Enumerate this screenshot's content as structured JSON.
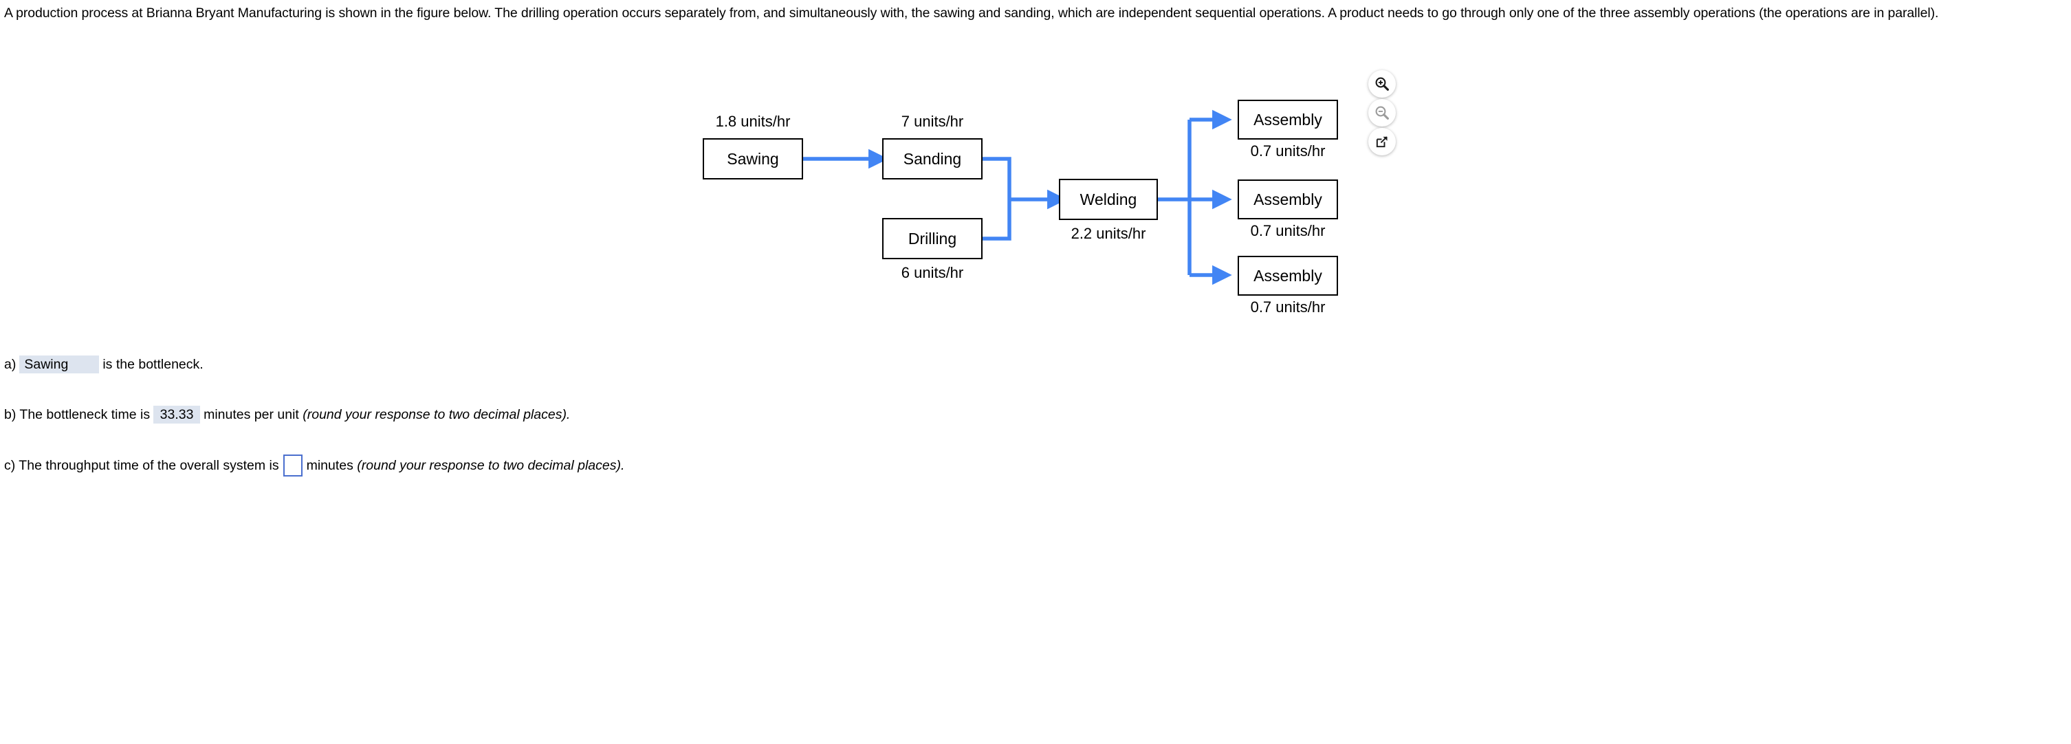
{
  "problem": {
    "statement": "A production process at Brianna Bryant Manufacturing is shown in the figure below. The drilling operation occurs separately from, and simultaneously with, the sawing and sanding, which are independent sequential operations. A product needs to go through only one of the three assembly operations (the operations are in parallel)."
  },
  "figure": {
    "accent_color": "#4285f4",
    "border_color": "#000000",
    "nodes": [
      {
        "id": "sawing",
        "label": "Sawing",
        "rate": "1.8 units/hr",
        "rate_position": "above"
      },
      {
        "id": "sanding",
        "label": "Sanding",
        "rate": "7 units/hr",
        "rate_position": "above"
      },
      {
        "id": "drilling",
        "label": "Drilling",
        "rate": "6 units/hr",
        "rate_position": "below"
      },
      {
        "id": "welding",
        "label": "Welding",
        "rate": "2.2 units/hr",
        "rate_position": "below"
      },
      {
        "id": "assembly-1",
        "label": "Assembly",
        "rate": "0.7 units/hr",
        "rate_position": "below"
      },
      {
        "id": "assembly-2",
        "label": "Assembly",
        "rate": "0.7 units/hr",
        "rate_position": "below"
      },
      {
        "id": "assembly-3",
        "label": "Assembly",
        "rate": "0.7 units/hr",
        "rate_position": "below"
      }
    ],
    "controls": [
      {
        "id": "zoom-in",
        "icon": "zoom-in-icon",
        "state": "enabled"
      },
      {
        "id": "zoom-out",
        "icon": "zoom-out-icon",
        "state": "disabled"
      },
      {
        "id": "open-in-new",
        "icon": "open-in-new-icon",
        "state": "enabled"
      }
    ]
  },
  "answers": {
    "a": {
      "prefix": "a)",
      "value": "Sawing",
      "suffix": "is the bottleneck."
    },
    "b": {
      "prefix": "b) The bottleneck time is",
      "value": "33.33",
      "suffix": "minutes per unit",
      "note": "(round your response to two decimal places)."
    },
    "c": {
      "prefix": "c) The throughput time of the overall system is",
      "value": "",
      "suffix": "minutes",
      "note": "(round your response to two decimal places)."
    }
  }
}
